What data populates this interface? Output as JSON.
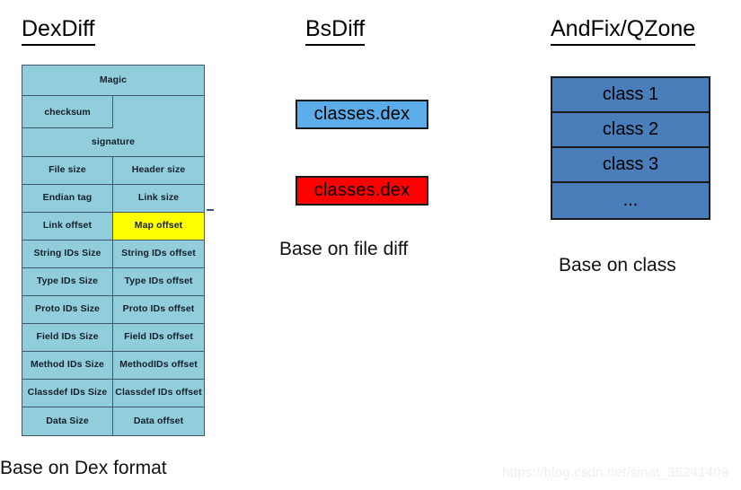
{
  "panels": {
    "dexdiff": {
      "title": "DexDiff",
      "caption": "Base on Dex format",
      "rows": [
        {
          "type": "full",
          "cells": [
            "Magic"
          ]
        },
        {
          "type": "checksum",
          "cells": [
            "checksum",
            ""
          ]
        },
        {
          "type": "full",
          "cells": [
            "signature"
          ]
        },
        {
          "type": "pair",
          "cells": [
            "File size",
            "Header size"
          ]
        },
        {
          "type": "pair",
          "cells": [
            "Endian tag",
            "Link size"
          ]
        },
        {
          "type": "pair",
          "cells": [
            "Link offset",
            "Map offset"
          ],
          "highlight_right": true
        },
        {
          "type": "pair",
          "cells": [
            "String IDs Size",
            "String IDs offset"
          ]
        },
        {
          "type": "pair",
          "cells": [
            "Type IDs Size",
            "Type IDs offset"
          ]
        },
        {
          "type": "pair",
          "cells": [
            "Proto IDs Size",
            "Proto IDs offset"
          ]
        },
        {
          "type": "pair",
          "cells": [
            "Field IDs Size",
            "Field IDs offset"
          ]
        },
        {
          "type": "pair",
          "cells": [
            "Method IDs Size",
            "MethodIDs offset"
          ]
        },
        {
          "type": "pair",
          "cells": [
            "Classdef IDs Size",
            "Classdef IDs offset"
          ]
        },
        {
          "type": "pair",
          "cells": [
            "Data Size",
            "Data offset"
          ]
        }
      ],
      "colors": {
        "cell_fill": "#92cddc",
        "highlight_fill": "#ffff00",
        "border": "#44566b"
      }
    },
    "bsdiff": {
      "title": "BsDiff",
      "caption": "Base on file diff",
      "boxes": [
        {
          "label": "classes.dex",
          "color": "#5bace8"
        },
        {
          "label": "classes.dex",
          "color": "#ff0000"
        }
      ]
    },
    "andfix": {
      "title": "AndFix/QZone",
      "caption": "Base on class",
      "classes": [
        {
          "label": "class 1"
        },
        {
          "label": "class 2"
        },
        {
          "label": "class 3"
        },
        {
          "label": "..."
        }
      ],
      "colors": {
        "fill": "#4a7ebb",
        "border": "#1a1a1a"
      }
    }
  },
  "watermark": "https://blog.csdn.net/sinat_35241409"
}
